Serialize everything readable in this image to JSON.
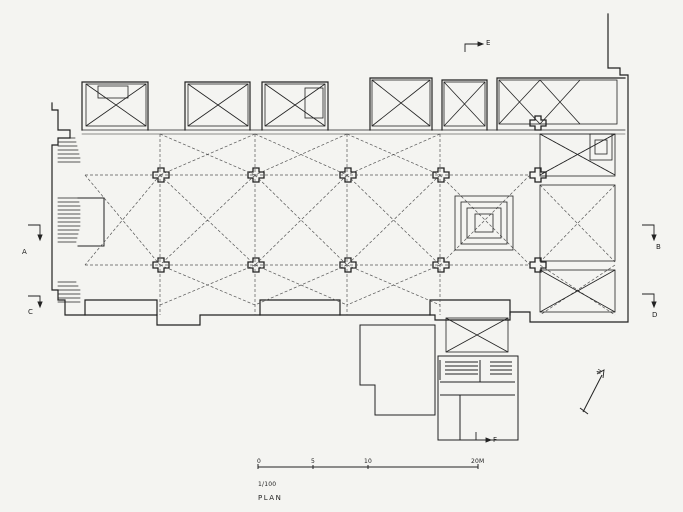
{
  "section_markers": [
    {
      "id": "A",
      "label": "A"
    },
    {
      "id": "B",
      "label": "B"
    },
    {
      "id": "C",
      "label": "C"
    },
    {
      "id": "D",
      "label": "D"
    },
    {
      "id": "E",
      "label": "E"
    },
    {
      "id": "F",
      "label": "F"
    }
  ],
  "scale_bar": {
    "ticks": [
      "0",
      "5",
      "10",
      "20M"
    ],
    "ratio": "1/100"
  },
  "plan_title": "PLAN",
  "north_arrow_label": "N"
}
